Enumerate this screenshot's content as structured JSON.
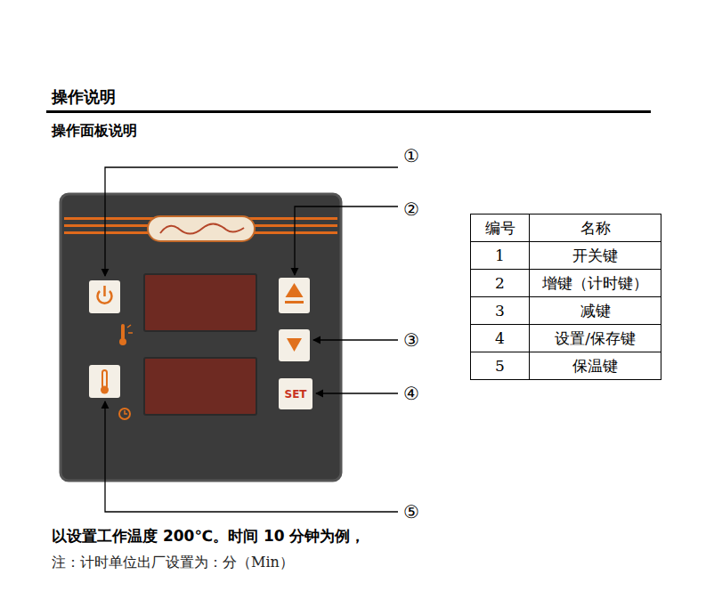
{
  "diagram": {
    "title": "操作说明",
    "nodes": [
      {
        "text": [
          "SET"
        ]
      }
    ],
    "labels": [
      "操作面板说明",
      "①",
      "②",
      "③",
      "④",
      "⑤",
      "编号",
      "名称",
      "1",
      "开关键",
      "2",
      "增键（计时键）",
      "3",
      "减键",
      "4",
      "设置/保存键",
      "5",
      "保温键",
      "以设置工作温度 200℃。时间 10 分钟为例，",
      "注：计时单位出厂设置为：分（Min）"
    ]
  }
}
